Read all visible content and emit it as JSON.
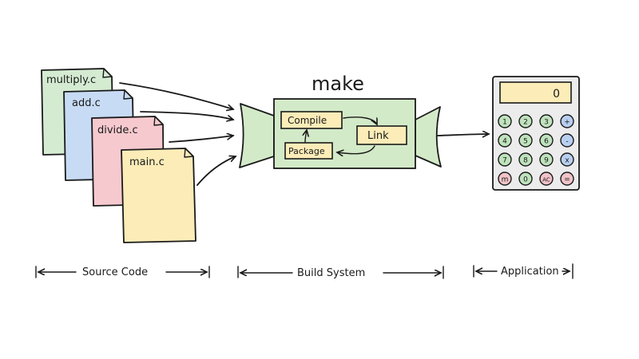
{
  "source_files": [
    {
      "name": "multiply.c",
      "color": "#d4ebd2"
    },
    {
      "name": "add.c",
      "color": "#c7dbf5"
    },
    {
      "name": "divide.c",
      "color": "#f6c9cf"
    },
    {
      "name": "main.c",
      "color": "#fbecb8"
    }
  ],
  "build": {
    "title": "make",
    "color": "#d3eac8",
    "box_color": "#fbecb8",
    "steps": {
      "compile": "Compile",
      "link": "Link",
      "package": "Package"
    }
  },
  "calculator": {
    "display": "0",
    "body_color": "#ececec",
    "display_color": "#fbecb8",
    "keys": [
      [
        "1",
        "2",
        "3",
        "+"
      ],
      [
        "4",
        "5",
        "6",
        "-"
      ],
      [
        "7",
        "8",
        "9",
        "x"
      ],
      [
        "m",
        "0",
        "AC",
        "="
      ]
    ],
    "key_colors": {
      "digit": "#bfe3bd",
      "op": "#b8cff1",
      "mem": "#f1c3c8"
    }
  },
  "sections": {
    "source": "Source Code",
    "build": "Build System",
    "app": "Application"
  }
}
